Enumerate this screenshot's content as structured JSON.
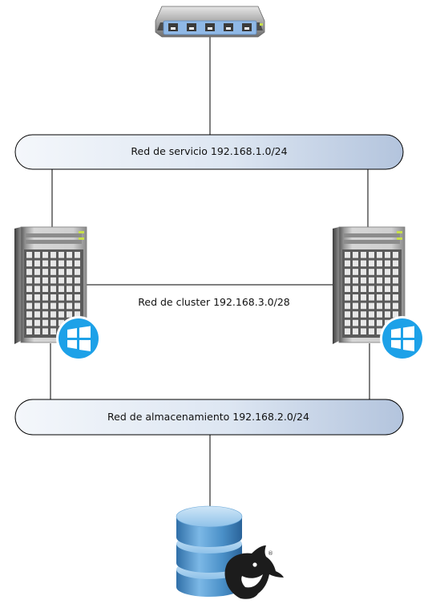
{
  "networks": {
    "service": {
      "label": "Red de servicio 192.168.1.0/24"
    },
    "cluster": {
      "label": "Red de cluster 192.168.3.0/28"
    },
    "storage": {
      "label": "Red de almacenamiento 192.168.2.0/24"
    }
  },
  "devices": {
    "switch": {
      "icon": "network-switch-icon"
    },
    "server_left": {
      "icon": "server-icon",
      "badge": "windows-logo-icon"
    },
    "server_right": {
      "icon": "server-icon",
      "badge": "windows-logo-icon"
    },
    "storage": {
      "icon": "database-icon",
      "badge": "freenas-shark-icon",
      "badge_mark": "®"
    }
  },
  "colors": {
    "bus_fill_start": "#f2f5fa",
    "bus_fill_end": "#b7c7de",
    "windows_blue": "#1da1e8",
    "database_blue": "#4a90c8",
    "line": "#000000"
  }
}
